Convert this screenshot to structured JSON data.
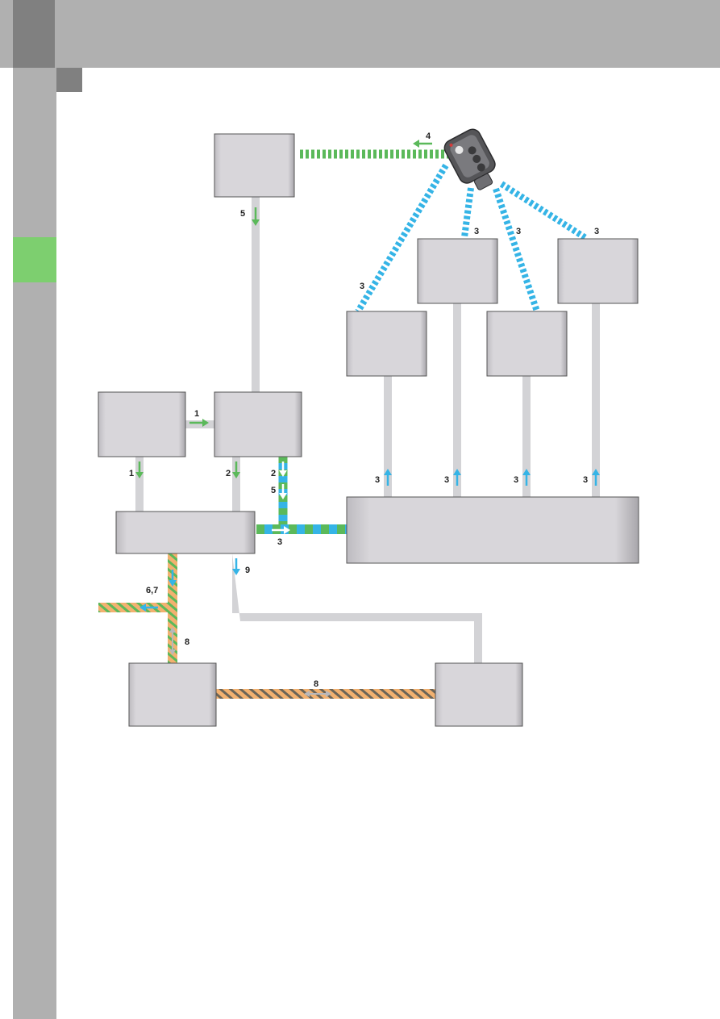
{
  "colors": {
    "page_background": "#ffffff",
    "header_gray": "#b0b0b0",
    "header_dark": "#808080",
    "section_tab_green": "#7dcf6f",
    "box_fill": "#d6d4d8",
    "connector_gray": "#d3d3d6",
    "signal_green": "#5bb95a",
    "signal_blue": "#35b4e6",
    "bus_orange": "#f2b170"
  },
  "labels": {
    "l1a": "1",
    "l1b": "1",
    "l2a": "2",
    "l2b": "2",
    "l5a": "5",
    "l5b": "5",
    "l3_bus": "3",
    "l3_out1": "3",
    "l3_out2": "3",
    "l3_out3": "3",
    "l3_out4": "3",
    "l3_ant1": "3",
    "l3_ant2": "3",
    "l3_ant3": "3",
    "l3_ant4": "3",
    "l4": "4",
    "l67": "6,7",
    "l8a": "8",
    "l8b": "8",
    "l9": "9"
  },
  "icons": [
    "car-key-icon",
    "arrow-icon"
  ]
}
